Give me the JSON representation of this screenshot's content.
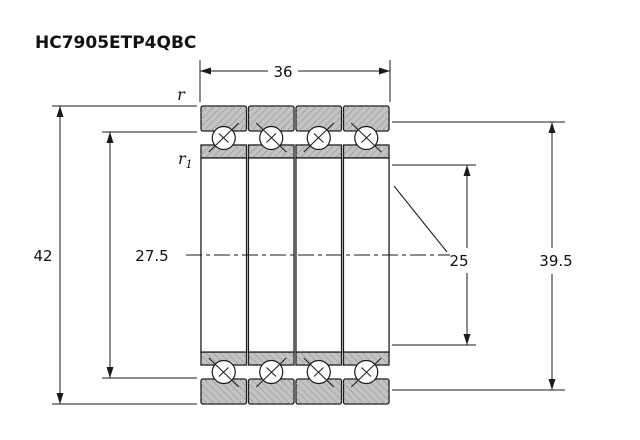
{
  "title": "HC7905ETP4QBC",
  "drawing": {
    "type": "bearing-cross-section-quad-set",
    "dimensions": {
      "width": {
        "value": "36",
        "orientation": "horizontal-top"
      },
      "outer_diameter": {
        "value": "42",
        "orientation": "vertical-left"
      },
      "inner_shoulder_diameter": {
        "value": "27.5",
        "orientation": "vertical-left"
      },
      "bore_diameter": {
        "value": "25",
        "orientation": "vertical-right"
      },
      "outer_shoulder_diameter": {
        "value": "39.5",
        "orientation": "vertical-right"
      }
    },
    "labels": {
      "outer_chamfer": "r",
      "inner_chamfer_base": "r",
      "inner_chamfer_sub": "1"
    },
    "colors": {
      "line": "#1a1a1a",
      "ring_fill": "#c3c3c3",
      "hatch": "#8f8f8f",
      "background": "#ffffff"
    }
  }
}
